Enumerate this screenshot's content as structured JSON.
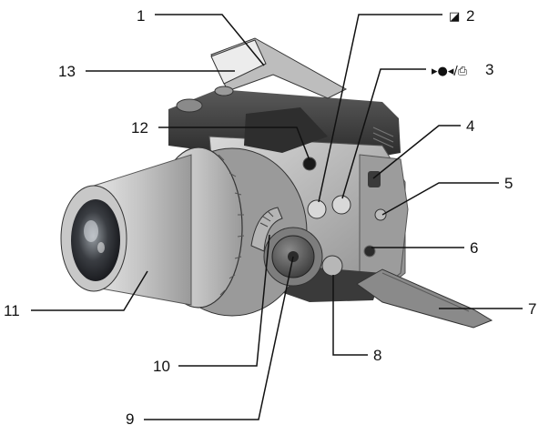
{
  "figure": {
    "callouts": [
      {
        "label": "1"
      },
      {
        "label": "2",
        "icon": "exposure-compensation-icon",
        "icon_text": "◪"
      },
      {
        "label": "3",
        "icon": "self-timer-print-icon",
        "icon_text": "▸●◂/⎙"
      },
      {
        "label": "4"
      },
      {
        "label": "5"
      },
      {
        "label": "6"
      },
      {
        "label": "7"
      },
      {
        "label": "8"
      },
      {
        "label": "9"
      },
      {
        "label": "10"
      },
      {
        "label": "11"
      },
      {
        "label": "12"
      },
      {
        "label": "13"
      }
    ]
  }
}
